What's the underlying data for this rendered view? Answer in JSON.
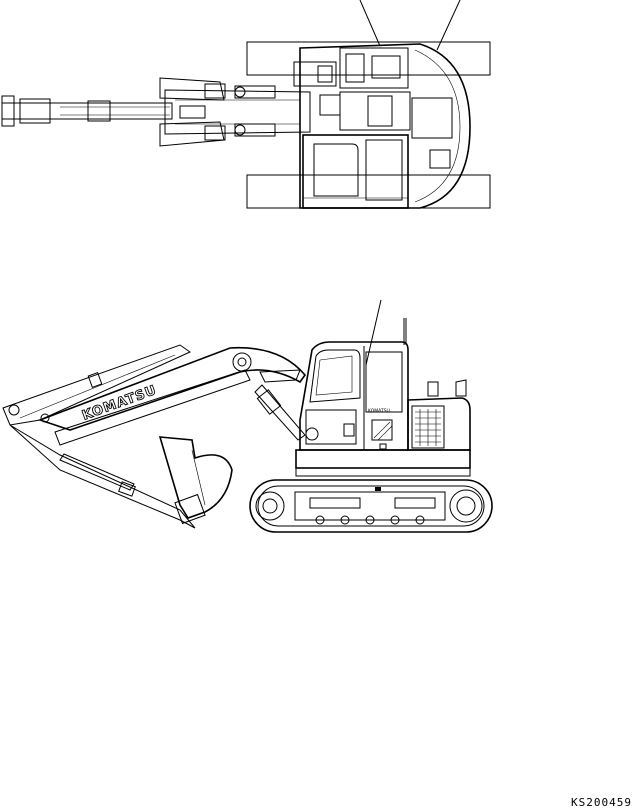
{
  "figure": {
    "reference_code": "KS200459",
    "decal_brand": "KOMATSU",
    "cab_badge": "KOMATSU"
  },
  "colors": {
    "line": "#000000",
    "background": "#ffffff"
  }
}
